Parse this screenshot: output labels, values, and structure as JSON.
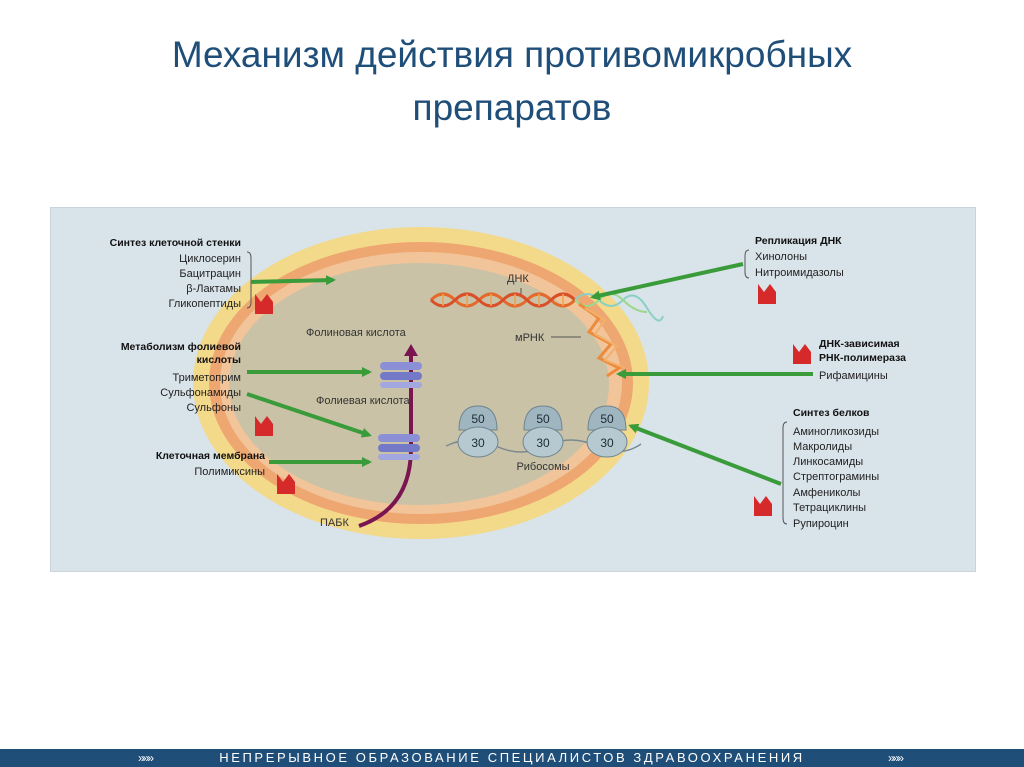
{
  "slide": {
    "title_line1": "Механизм действия противомикробных",
    "title_line2": "препаратов"
  },
  "labels": {
    "dna": "ДНК",
    "mrna": "мРНК",
    "folinic_acid": "Фолиновая кислота",
    "folic_acid": "Фолиевая кислота",
    "paba": "ПАБК",
    "ribosomes": "Рибосомы",
    "ribosome_large": "50",
    "ribosome_small": "30"
  },
  "groups": {
    "cell_wall": {
      "heading": "Синтез клеточной стенки",
      "drugs": [
        "Циклосерин",
        "Бацитрацин",
        "β-Лактамы",
        "Гликопептиды"
      ]
    },
    "folate": {
      "heading_line1": "Метаболизм фолиевой",
      "heading_line2": "кислоты",
      "drugs": [
        "Триметоприм",
        "Сульфонамиды",
        "Сульфоны"
      ]
    },
    "membrane": {
      "heading": "Клеточная мембрана",
      "drugs": [
        "Полимиксины"
      ]
    },
    "dna_replication": {
      "heading": "Репликация ДНК",
      "drugs": [
        "Хинолоны",
        "Нитроимидазолы"
      ]
    },
    "rna_polymerase": {
      "heading_line1": "ДНК-зависимая",
      "heading_line2": "РНК-полимераза",
      "drugs": [
        "Рифамицины"
      ]
    },
    "protein": {
      "heading": "Синтез белков",
      "drugs": [
        "Аминогликозиды",
        "Макролиды",
        "Линкосамиды",
        "Стрептограмины",
        "Амфениколы",
        "Тетрациклины",
        "Рупироцин"
      ]
    }
  },
  "colors": {
    "title": "#1f4e79",
    "arrow": "#3a9b3a",
    "blocker": "#d62a2a",
    "panel": "#d9e3ea",
    "cell_outer": "#f3d98a",
    "cell_middle": "#eea771",
    "cell_inner": "#c9c2a7",
    "pathway": "#7a1550",
    "footer": "#1f4e79"
  },
  "footer": {
    "text": "НЕПРЕРЫВНОЕ ОБРАЗОВАНИЕ СПЕЦИАЛИСТОВ ЗДРАВООХРАНЕНИЯ",
    "left_icon": "chevrons-right-icon",
    "right_icon": "chevrons-right-icon"
  }
}
